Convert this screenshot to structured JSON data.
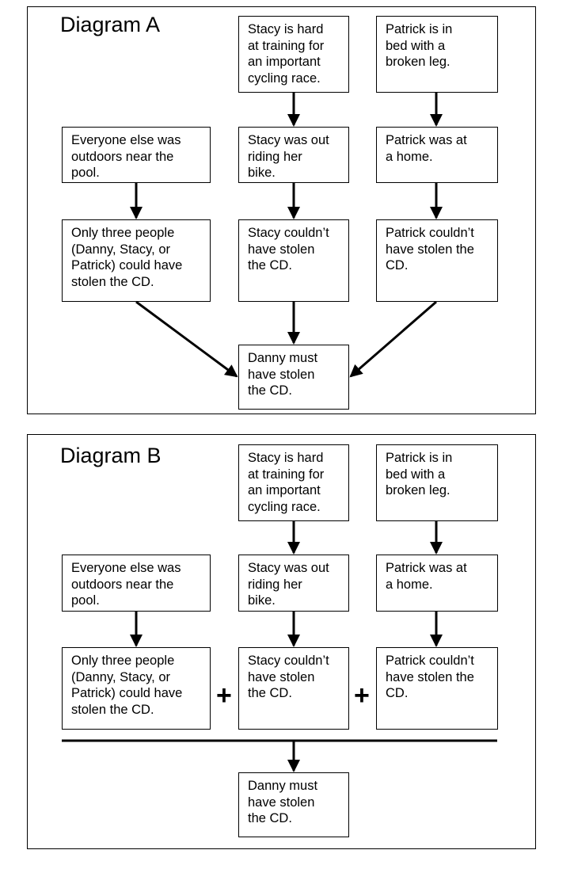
{
  "diagram_a": {
    "title": "Diagram A",
    "boxes": {
      "stacy_training": "Stacy is hard\nat training for\nan important\ncycling race.",
      "patrick_bed": "Patrick is in\nbed with a\nbroken leg.",
      "everyone_else": "Everyone else was\noutdoors near the\npool.",
      "stacy_riding": "Stacy was out\nriding her\nbike.",
      "patrick_home": "Patrick was at\na home.",
      "three_people": "Only three people\n(Danny, Stacy, or\nPatrick) could have\nstolen the CD.",
      "stacy_not_stolen": "Stacy couldn’t\nhave stolen\nthe CD.",
      "patrick_not_stolen": "Patrick couldn’t\nhave stolen the\nCD.",
      "danny_conclusion": "Danny must\nhave stolen\nthe CD."
    }
  },
  "diagram_b": {
    "title": "Diagram B",
    "plus_symbol": "+",
    "boxes": {
      "stacy_training": "Stacy is hard\nat training for\nan important\ncycling race.",
      "patrick_bed": "Patrick is in\nbed with a\nbroken leg.",
      "everyone_else": "Everyone else was\noutdoors near the\npool.",
      "stacy_riding": "Stacy was out\nriding her\nbike.",
      "patrick_home": "Patrick was at\na home.",
      "three_people": "Only three people\n(Danny, Stacy, or\nPatrick) could have\nstolen the CD.",
      "stacy_not_stolen": "Stacy couldn’t\nhave stolen\nthe CD.",
      "patrick_not_stolen": "Patrick couldn’t\nhave stolen the\nCD.",
      "danny_conclusion": "Danny must\nhave stolen\nthe CD."
    }
  }
}
